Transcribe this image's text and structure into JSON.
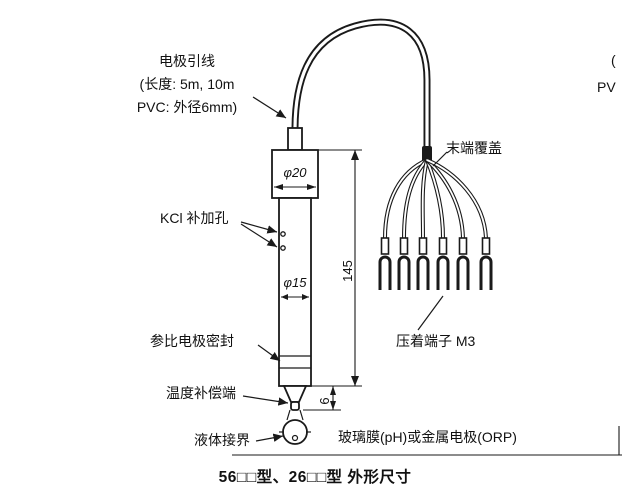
{
  "figure": {
    "caption": "56□□型、26□□型 外形尺寸",
    "labels": {
      "lead_title": "电极引线",
      "lead_line2": "(长度: 5m, 10m",
      "lead_line3": "PVC: 外径6mm)",
      "end_cover": "末端覆盖",
      "kcl_hole": "KCl 补加孔",
      "ref_seal": "参比电极密封",
      "crimp_terminal": "压着端子 M3",
      "temp_comp": "温度补偿端",
      "liquid_junction": "液体接界",
      "membrane": "玻璃膜(pH)或金属电极(ORP)"
    },
    "dimensions": {
      "cap_diameter": "φ20",
      "body_diameter": "φ15",
      "body_length": "145",
      "tip_length": "6"
    },
    "edge_fragments": {
      "frag1": "(",
      "frag2": "PV"
    },
    "colors": {
      "line": "#1a1a1a",
      "background": "#ffffff"
    }
  }
}
